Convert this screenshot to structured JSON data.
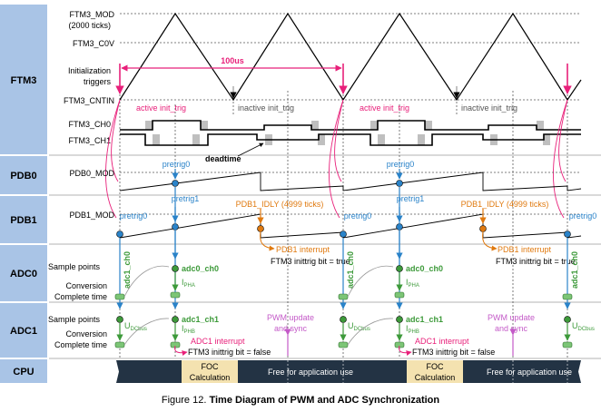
{
  "rows": [
    {
      "label": "FTM3"
    },
    {
      "label": "PDB0"
    },
    {
      "label": "PDB1"
    },
    {
      "label": "ADC0"
    },
    {
      "label": "ADC1"
    },
    {
      "label": "CPU"
    }
  ],
  "signals": {
    "ftm3_mod": "FTM3_MOD",
    "ftm3_mod_ticks": "(2000 ticks)",
    "ftm3_c0v": "FTM3_C0V",
    "init_triggers_1": "Initialization",
    "init_triggers_2": "triggers",
    "ftm3_cntin": "FTM3_CNTIN",
    "ftm3_ch0": "FTM3_CH0",
    "ftm3_ch1": "FTM3_CH1",
    "pdb0_mod": "PDB0_MOD",
    "pdb1_mod": "PDB1_MOD",
    "sample_points": "Sample points",
    "conversion": "Conversion",
    "complete_time": "Complete time"
  },
  "annotations": {
    "period": "100us",
    "active_init_trig": "active init_trig",
    "inactive_init_trig": "inactive init_trig",
    "deadtime": "deadtime",
    "pretrig0": "pretrig0",
    "pretrig1": "pretrig1",
    "pdb1_idly": "PDB1_IDLY (4999 ticks)",
    "pdb1_interrupt": "PDB1 interrupt",
    "inittrig_true": "FTM3 inittrig bit = true",
    "adc0_ch0": "adc0_ch0",
    "adc1_ch0": "adc1_ch0",
    "adc1_ch1": "adc1_ch1",
    "i_pha_main": "I",
    "i_pha_sub": "PHA",
    "i_phb_main": "I",
    "i_phb_sub": "PHB",
    "u_dcbus_main": "U",
    "u_dcbus_sub": "DCbus",
    "pwm_update_1": "PWM update",
    "pwm_update_2": "and sync",
    "adc1_interrupt": "ADC1 interrupt",
    "inittrig_false": "FTM3 inittrig bit = false"
  },
  "cpu": {
    "foc_1": "FOC",
    "foc_2": "Calculation",
    "free": "Free for application use"
  },
  "caption": {
    "prefix": "Figure 12. ",
    "title": "Time Diagram of PWM and ADC Synchronization"
  },
  "colors": {
    "row_label_bg": "#a9c4e6",
    "pink": "#e8207a",
    "orange": "#e07a10",
    "blue": "#2a83c9",
    "green": "#3d9a3a",
    "violet": "#c45ac8",
    "cpu_dark": "#233344",
    "foc_fill": "#f4e2b0",
    "ftm_shade": "#bfbfbf"
  }
}
